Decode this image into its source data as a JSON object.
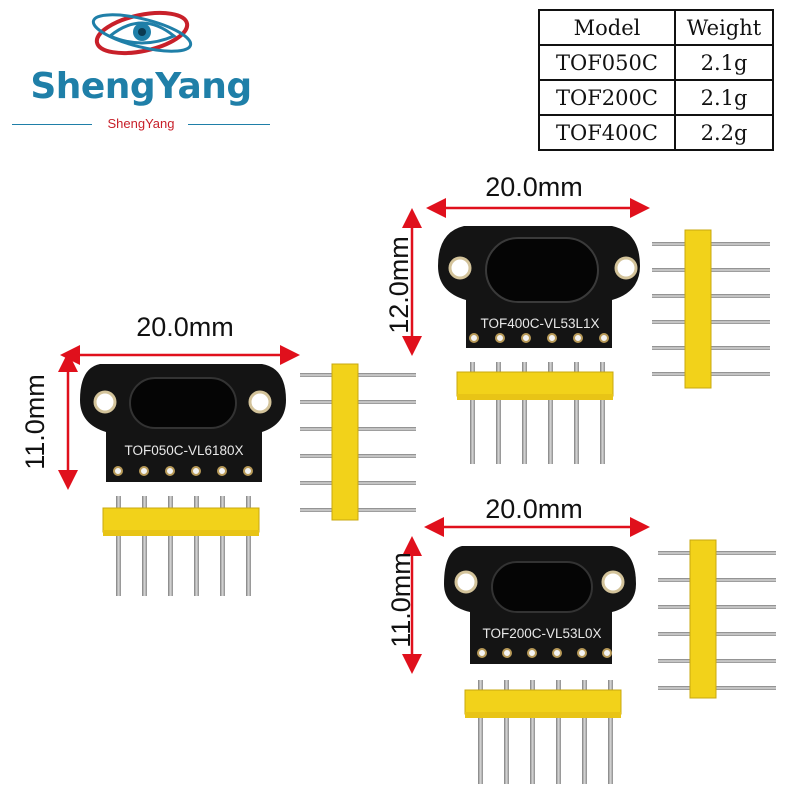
{
  "brand": {
    "name": "ShengYang",
    "sub": "ShengYang"
  },
  "spec_table": {
    "header": {
      "model": "Model",
      "weight": "Weight"
    },
    "rows": [
      {
        "model": "TOF050C",
        "weight": "2.1g"
      },
      {
        "model": "TOF200C",
        "weight": "2.1g"
      },
      {
        "model": "TOF400C",
        "weight": "2.2g"
      }
    ]
  },
  "modules": [
    {
      "label": "TOF050C-VL6180X",
      "width": "20.0mm",
      "height": "11.0mm"
    },
    {
      "label": "TOF400C-VL53L1X",
      "width": "20.0mm",
      "height": "12.0mm"
    },
    {
      "label": "TOF200C-VL53L0X",
      "width": "20.0mm",
      "height": "11.0mm"
    }
  ],
  "colors": {
    "board": "#141414",
    "header": "#f2d21a",
    "pin": "#a8a8a8",
    "arrow": "#e0101c",
    "brand": "#1f7fa8"
  }
}
